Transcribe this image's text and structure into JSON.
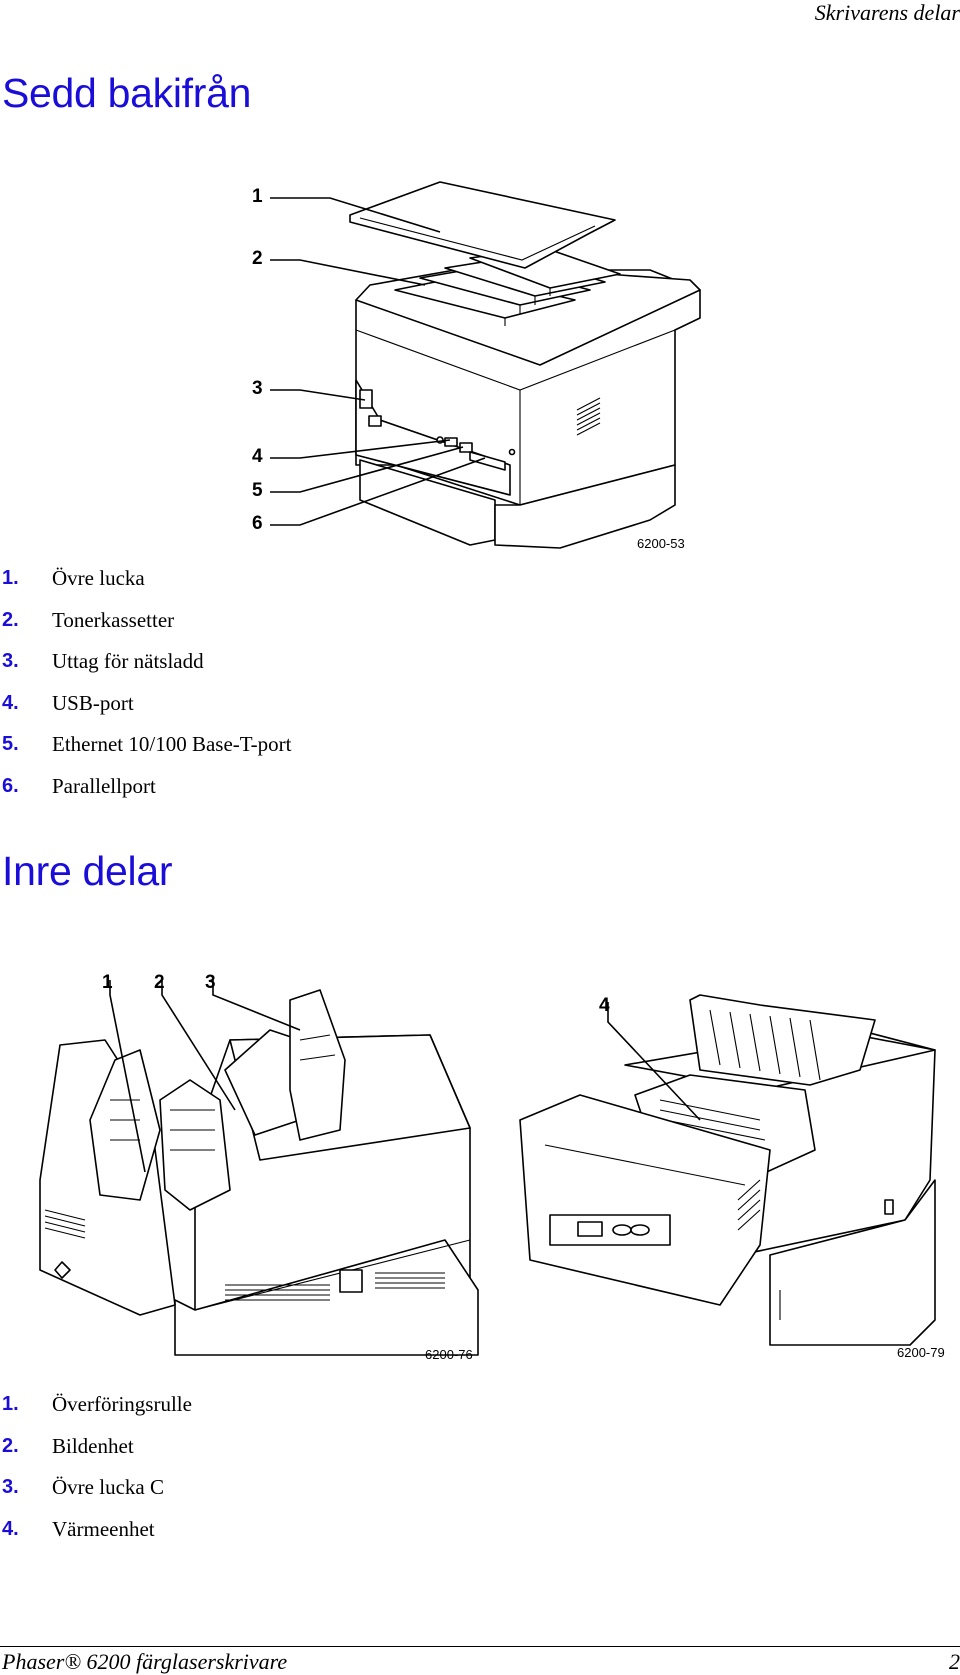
{
  "header": {
    "running_title": "Skrivarens delar"
  },
  "section_rear": {
    "title": "Sedd bakifrån",
    "figure_code": "6200-53",
    "callouts": [
      "1",
      "2",
      "3",
      "4",
      "5",
      "6"
    ],
    "items": [
      {
        "num": "1.",
        "label": "Övre lucka"
      },
      {
        "num": "2.",
        "label": "Tonerkassetter"
      },
      {
        "num": "3.",
        "label": "Uttag för nätsladd"
      },
      {
        "num": "4.",
        "label": "USB-port"
      },
      {
        "num": "5.",
        "label": "Ethernet 10/100 Base-T-port"
      },
      {
        "num": "6.",
        "label": "Parallellport"
      }
    ]
  },
  "section_inner": {
    "title": "Inre delar",
    "figure_left_code": "6200-76",
    "figure_right_code": "6200-79",
    "callouts": [
      "1",
      "2",
      "3",
      "4"
    ],
    "items": [
      {
        "num": "1.",
        "label": "Överföringsrulle"
      },
      {
        "num": "2.",
        "label": "Bildenhet"
      },
      {
        "num": "3.",
        "label": "Övre lucka C"
      },
      {
        "num": "4.",
        "label": "Värmeenhet"
      }
    ]
  },
  "footer": {
    "title": "Phaser® 6200 färglaserskrivare",
    "page_number": "2"
  }
}
